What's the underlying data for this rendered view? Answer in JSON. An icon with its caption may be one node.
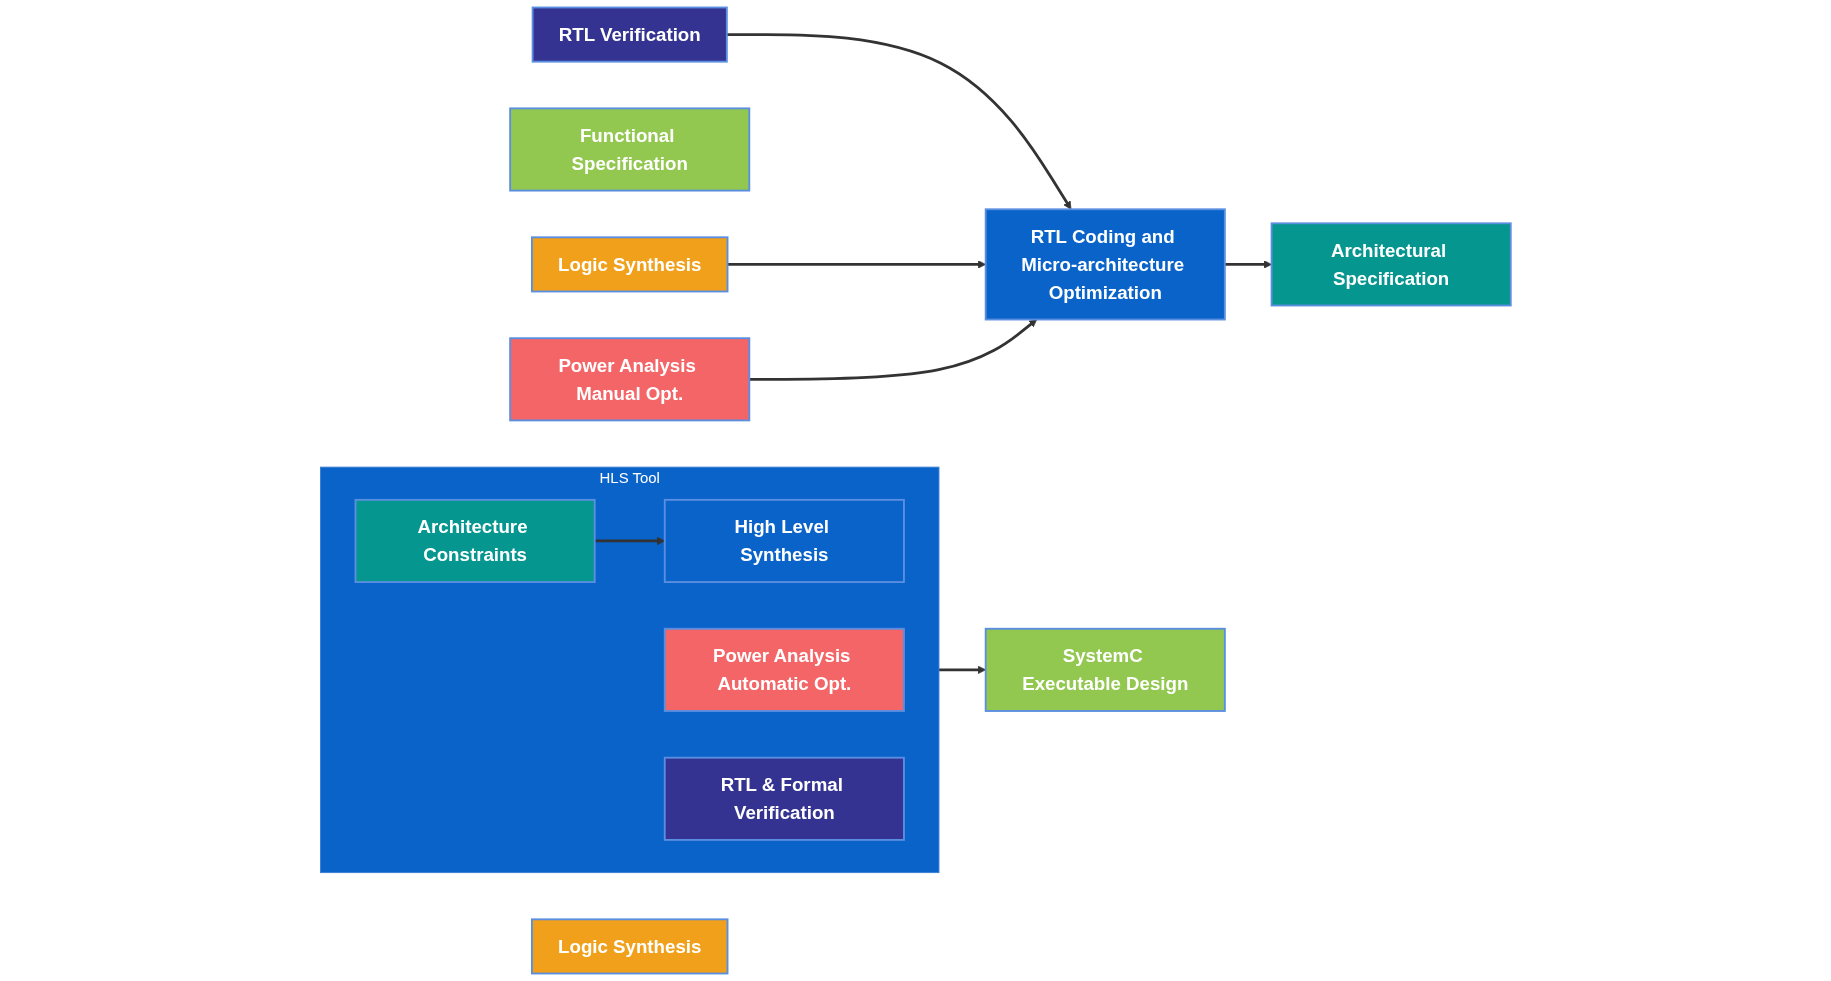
{
  "diagram": {
    "nodes": [
      {
        "text": [
          "Functional Specification"
        ]
      },
      {
        "text": [
          "Architectural Specification"
        ]
      },
      {
        "text": [
          "RTL Coding and Micro-architecture Optimization"
        ]
      },
      {
        "text": [
          "RTL Verification"
        ]
      },
      {
        "text": [
          "Power Analysis Manual Opt."
        ]
      },
      {
        "text": [
          "Logic Synthesis"
        ]
      },
      {
        "text": [
          "SystemC Executable Design"
        ]
      },
      {
        "text": [
          "HLS Tool"
        ]
      },
      {
        "text": [
          "Architecture Constraints"
        ],
        "in": 7
      },
      {
        "text": [
          "High Level Synthesis"
        ],
        "in": 7
      },
      {
        "text": [
          "Power Analysis Automatic Opt."
        ],
        "in": 7
      },
      {
        "text": [
          "RTL & Formal Verification"
        ],
        "in": 7
      },
      {
        "text": [
          "Logic Synthesis"
        ]
      }
    ],
    "edges": [
      {
        "from": 2,
        "to": 1,
        "arrow": "to"
      },
      {
        "from": 3,
        "to": 2,
        "arrow": "to"
      },
      {
        "from": 5,
        "to": 2,
        "arrow": "to"
      },
      {
        "from": 4,
        "to": 2,
        "arrow": "to"
      },
      {
        "from": 8,
        "to": 9,
        "arrow": "to"
      },
      {
        "from": 7,
        "to": 6,
        "arrow": "to"
      }
    ]
  }
}
